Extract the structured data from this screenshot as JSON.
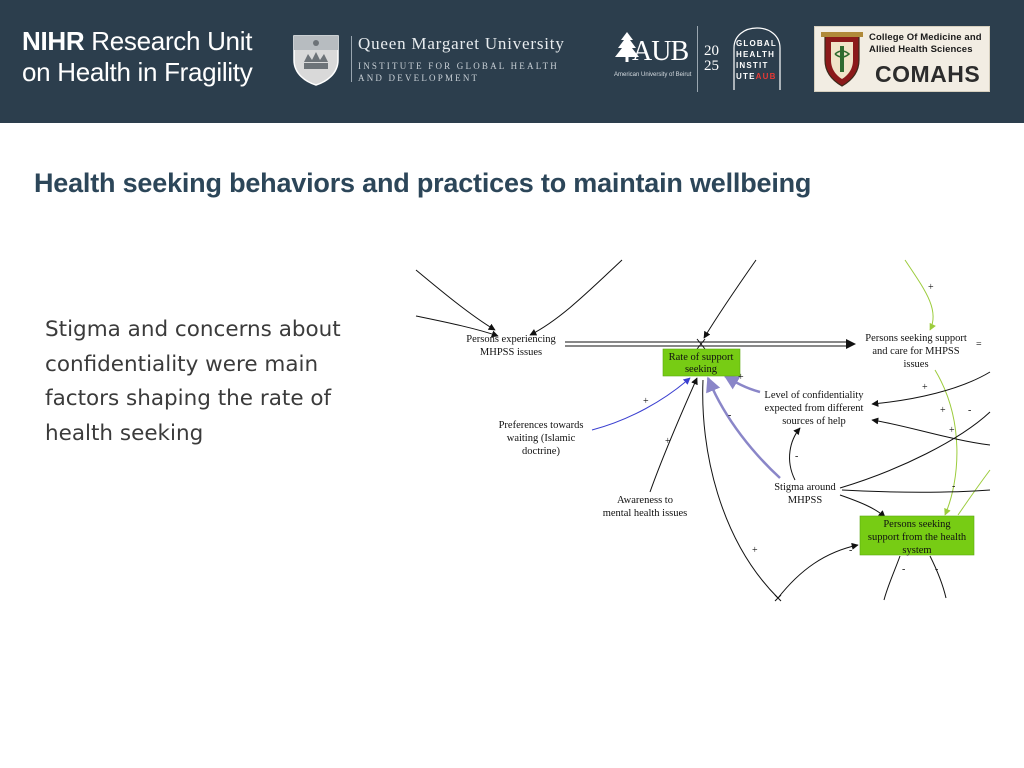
{
  "header": {
    "brand_bold": "NIHR",
    "brand_line1_rest": " Research Unit",
    "brand_line2": "on Health in Fragility",
    "qmu_name": "Queen Margaret University",
    "qmu_sub1": "INSTITUTE FOR GLOBAL HEALTH",
    "qmu_sub2": "AND DEVELOPMENT",
    "aub_text": "AUB",
    "aub_year_top": "20",
    "aub_year_bottom": "25",
    "ghi_lines": [
      "GLOBAL",
      "HEALTH",
      "INSTIT",
      "UTE"
    ],
    "ghi_red": "AUB",
    "comahs_line1": "College Of Medicine and",
    "comahs_line2": "Allied Health Sciences",
    "comahs_word": "COMAHS"
  },
  "slide": {
    "title": "Health seeking behaviors and practices to maintain wellbeing",
    "body": "Stigma and concerns about confidentiality  were main factors shaping the rate of health seeking"
  },
  "diagram": {
    "nodes": {
      "persons_experiencing_1": "Persons experiencing",
      "persons_experiencing_2": "MHPSS issues",
      "rate_1": "Rate of support",
      "rate_2": "seeking",
      "seeking_care_1": "Persons seeking support",
      "seeking_care_2": "and care for MHPSS",
      "seeking_care_3": "issues",
      "confidentiality_1": "Level of confidentiality",
      "confidentiality_2": "expected from different",
      "confidentiality_3": "sources of help",
      "preferences_1": "Preferences towards",
      "preferences_2": "waiting (Islamic",
      "preferences_3": "doctrine)",
      "stigma_1": "Stigma around",
      "stigma_2": "MHPSS",
      "awareness_1": "Awareness to",
      "awareness_2": "mental health issues",
      "health_system_1": "Persons seeking",
      "health_system_2": "support from the health",
      "health_system_3": "system"
    },
    "signs": {
      "plus": "+",
      "minus": "-",
      "equals": "="
    },
    "colors": {
      "green_node": "#77cc14",
      "blue_link": "#3a3fd0",
      "purple_link": "#8a86c8",
      "green_link": "#9ccc3c"
    }
  }
}
